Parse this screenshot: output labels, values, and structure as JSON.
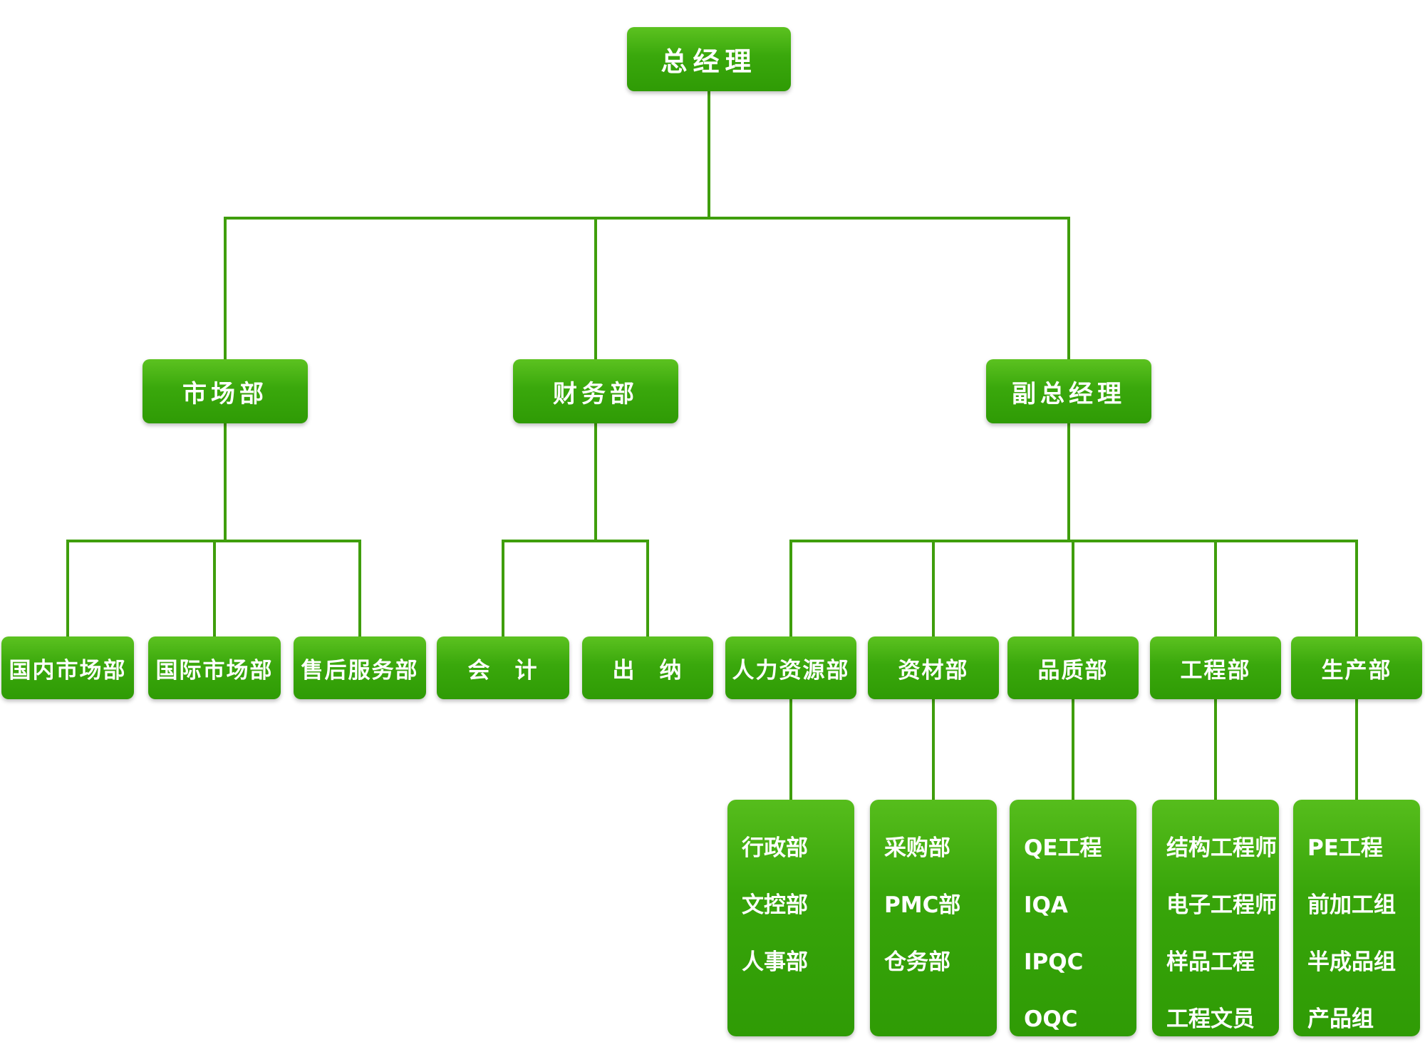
{
  "colors": {
    "box_gradient_top": "#5cc220",
    "box_gradient_bottom": "#2f9b05",
    "connector_line": "#3f9e0c",
    "text": "#ffffff",
    "background": "#ffffff"
  },
  "nodes": {
    "gm": "总经理",
    "marketing": "市场部",
    "finance": "财务部",
    "deputy_gm": "副总经理",
    "domestic_market": "国内市场部",
    "intl_market": "国际市场部",
    "after_sales": "售后服务部",
    "accounting": "会　计",
    "cashier": "出　纳",
    "hr": "人力资源部",
    "materials": "资材部",
    "quality": "品质部",
    "engineering": "工程部",
    "production": "生产部"
  },
  "groups": {
    "hr": [
      "行政部",
      "文控部",
      "人事部"
    ],
    "materials": [
      "采购部",
      "PMC部",
      "仓务部"
    ],
    "quality": [
      "QE工程",
      "IQA",
      "IPQC",
      "OQC"
    ],
    "engineering": [
      "结构工程师",
      "电子工程师",
      "样品工程",
      "工程文员"
    ],
    "production": [
      "PE工程",
      "前加工组",
      "半成品组",
      "产品组"
    ]
  },
  "hierarchy": {
    "总经理": [
      "市场部",
      "财务部",
      "副总经理"
    ],
    "市场部": [
      "国内市场部",
      "国际市场部",
      "售后服务部"
    ],
    "财务部": [
      "会　计",
      "出　纳"
    ],
    "副总经理": [
      "人力资源部",
      "资材部",
      "品质部",
      "工程部",
      "生产部"
    ],
    "人力资源部": [
      "行政部",
      "文控部",
      "人事部"
    ],
    "资材部": [
      "采购部",
      "PMC部",
      "仓务部"
    ],
    "品质部": [
      "QE工程",
      "IQA",
      "IPQC",
      "OQC"
    ],
    "工程部": [
      "结构工程师",
      "电子工程师",
      "样品工程",
      "工程文员"
    ],
    "生产部": [
      "PE工程",
      "前加工组",
      "半成品组",
      "产品组"
    ]
  }
}
